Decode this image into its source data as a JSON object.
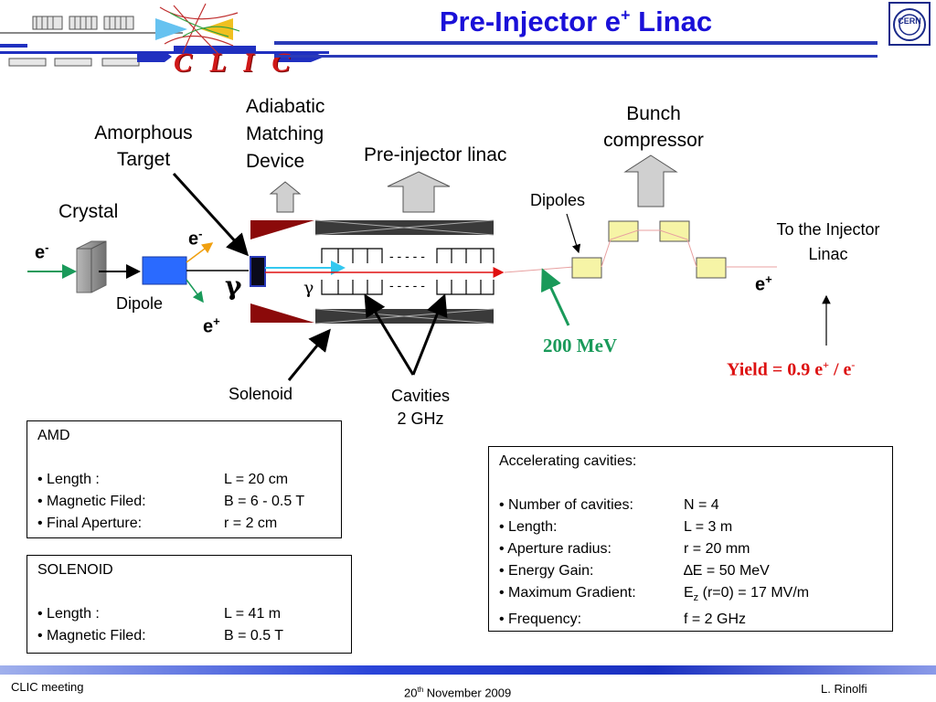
{
  "slide": {
    "title": "Pre-Injector e",
    "title_sup": "+",
    "title_end": " Linac",
    "clic_logo_text": "C L I C",
    "cern_logo_text": "CERN"
  },
  "labels": {
    "adiabatic": [
      "Adiabatic",
      "Matching",
      "Device"
    ],
    "amorphous": [
      "Amorphous",
      "Target"
    ],
    "pre_injector_linac": "Pre-injector linac",
    "bunch_compressor": [
      "Bunch",
      "compressor"
    ],
    "crystal": "Crystal",
    "dipoles": "Dipoles",
    "to_injector": [
      "To the Injector",
      "Linac"
    ],
    "e_minus_in": "e",
    "e_minus_out": "e",
    "minus": "-",
    "e_plus_out": "e",
    "e_plus_final": "e",
    "plus": "+",
    "gamma_big": "γ",
    "gamma_small": "γ",
    "dipole": "Dipole",
    "dashes": "- - - - -",
    "energy_200": "200 MeV",
    "yield_prefix": "Yield = 0.9 e",
    "yield_mid": " / e",
    "solenoid": "Solenoid",
    "cavities": [
      "Cavities",
      "2 GHz"
    ]
  },
  "amd_box": {
    "title": "AMD",
    "rows": [
      {
        "k": "• Length :",
        "v": "L = 20 cm"
      },
      {
        "k": "• Magnetic Filed:",
        "v": "B = 6 - 0.5 T"
      },
      {
        "k": "• Final Aperture:",
        "v": "r = 2 cm"
      }
    ]
  },
  "solenoid_box": {
    "title": "SOLENOID",
    "rows": [
      {
        "k": "• Length :",
        "v": "L = 41 m"
      },
      {
        "k": "• Magnetic Filed:",
        "v": "B = 0.5 T"
      }
    ]
  },
  "cavities_box": {
    "title": "Accelerating cavities:",
    "rows": [
      {
        "k": "• Number of cavities:",
        "v": "N = 4"
      },
      {
        "k": "• Length:",
        "v": "L = 3 m"
      },
      {
        "k": "• Aperture radius:",
        "v": "r = 20 mm"
      },
      {
        "k": "• Energy Gain:",
        "v": "∆E = 50 MeV"
      },
      {
        "k": "• Maximum Gradient:",
        "v_pre": "E",
        "v_sub": "z",
        "v_post": " (r=0) = 17 MV/m"
      },
      {
        "k": "• Frequency:",
        "v": "f = 2 GHz"
      }
    ]
  },
  "footer": {
    "left": "CLIC  meeting",
    "date_day": "20",
    "date_sup": "th",
    "date_rest": " November 2009",
    "right": "L. Rinolfi"
  },
  "colors": {
    "title_blue": "#1a10d8",
    "clic_red": "#d01818",
    "green": "#1a9a5a",
    "yield_red": "#dd1111",
    "dark_red": "#8b0a0a",
    "dipole_blue": "#2a6aff",
    "yellow": "#f6f4a6",
    "stripe_blue": "#3c5cdc"
  }
}
